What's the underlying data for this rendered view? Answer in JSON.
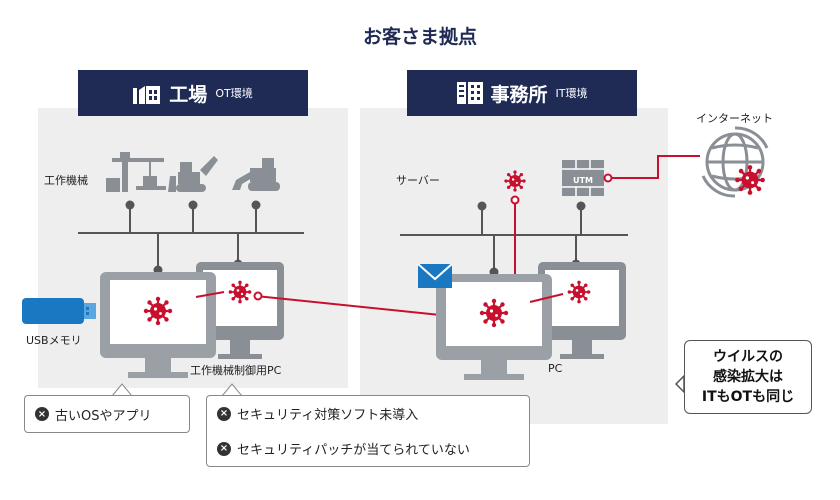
{
  "title": "お客さま拠点",
  "factory": {
    "name": "工場",
    "env": "OT環境",
    "machines_label": "工作機械",
    "usb_label": "USBメモリ",
    "pc_label": "工作機械制御用PC"
  },
  "office": {
    "name": "事務所",
    "env": "IT環境",
    "server_label": "サーバー",
    "utm_label": "UTM",
    "pc_label": "PC"
  },
  "internet_label": "インターネット",
  "callouts": {
    "left": [
      "古いOSやアプリ"
    ],
    "right": [
      "セキュリティ対策ソフト未導入",
      "セキュリティパッチが当てられていない"
    ],
    "x_glyph": "×"
  },
  "note": {
    "line1": "ウイルスの",
    "line2": "感染拡大は",
    "line3": "ITもOTも同じ"
  },
  "colors": {
    "navy": "#1f2a55",
    "virus": "#c8102e",
    "zone": "#eeeeee",
    "line": "#555555",
    "mail": "#1a78c2"
  }
}
